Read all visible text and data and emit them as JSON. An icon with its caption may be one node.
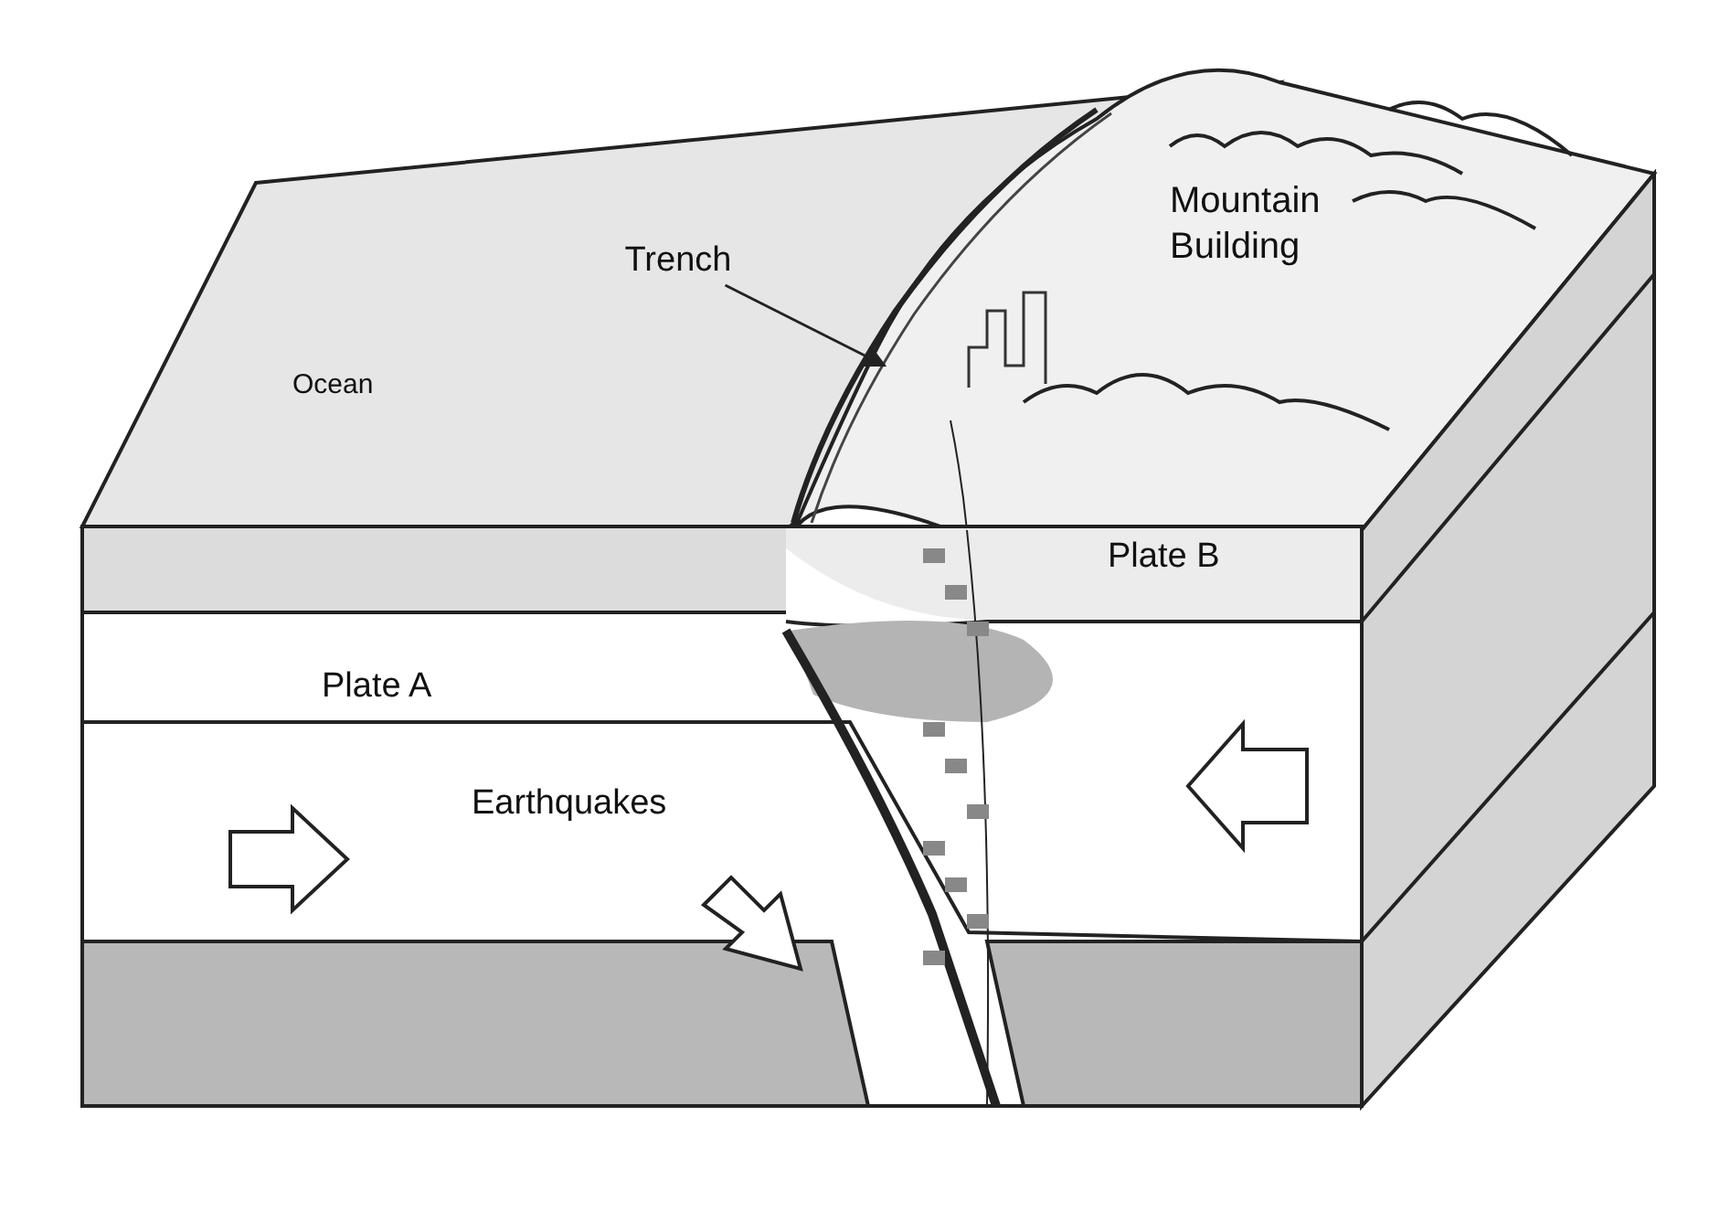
{
  "diagram": {
    "nodes": [
      {
        "text": [
          "Trench"
        ]
      },
      {
        "text": [],
        "shape": "line"
      }
    ],
    "edges": [
      {
        "from": 0,
        "to": 1,
        "arrow": "to"
      }
    ],
    "labels": [
      "Mountain Building",
      "Ocean",
      "Plate B",
      "Plate A",
      "Earthquakes"
    ]
  }
}
